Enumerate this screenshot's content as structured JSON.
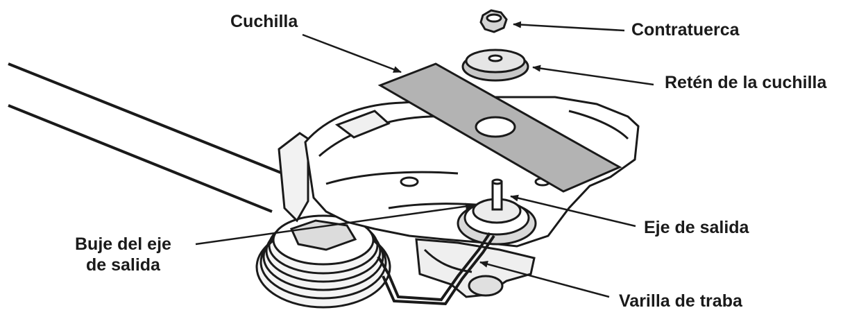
{
  "labels": {
    "cuchilla": "Cuchilla",
    "contratuerca": "Contratuerca",
    "reten": "Retén de la cuchilla",
    "eje": "Eje de salida",
    "buje_line1": "Buje del eje",
    "buje_line2": "de salida",
    "varilla": "Varilla de traba"
  },
  "colors": {
    "ink": "#1a1a1a",
    "blade_fill": "#b3b3b3",
    "part_fill": "#e6e6e6",
    "background": "#ffffff"
  }
}
